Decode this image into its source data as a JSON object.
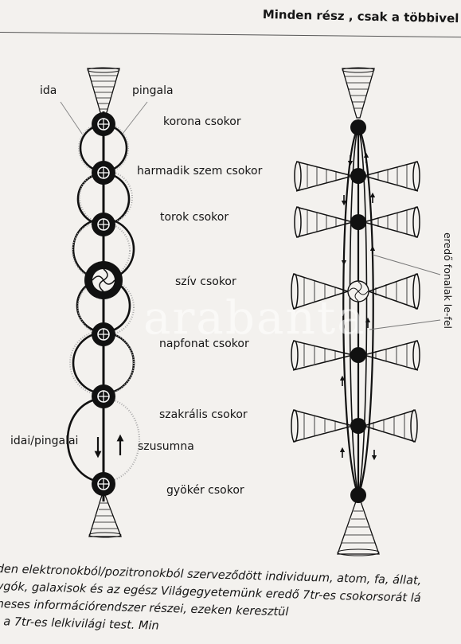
{
  "header": {
    "title": "Minden rész , csak a többivel egy"
  },
  "left_diagram": {
    "label_ida": "ida",
    "label_pingala": "pingala",
    "label_idai_pingalai": "idai/pingalai",
    "label_szusumna": "szusumna",
    "chakras": [
      {
        "label": "korona csokor"
      },
      {
        "label": "harmadik szem csokor"
      },
      {
        "label": "torok csokor"
      },
      {
        "label": "szív csokor"
      },
      {
        "label": "napfonat csokor"
      },
      {
        "label": "szakrális csokor"
      },
      {
        "label": "gyökér csokor"
      }
    ]
  },
  "right_diagram": {
    "side_label": "eredő fonalak le-fel"
  },
  "body_text": {
    "line1": "den elektronokból/pozitronokból szerveződött individuum, atom, fa, állat,",
    "line2": "ygók, galaxisok és az egész Világegyetemünk eredő 7tr-es csokorsorát lá",
    "line3": "neses információrendszer részei, ezeken keresztül",
    "line4": "l a 7tr-es lelkivilági test. Min"
  },
  "watermark": "arabanta"
}
